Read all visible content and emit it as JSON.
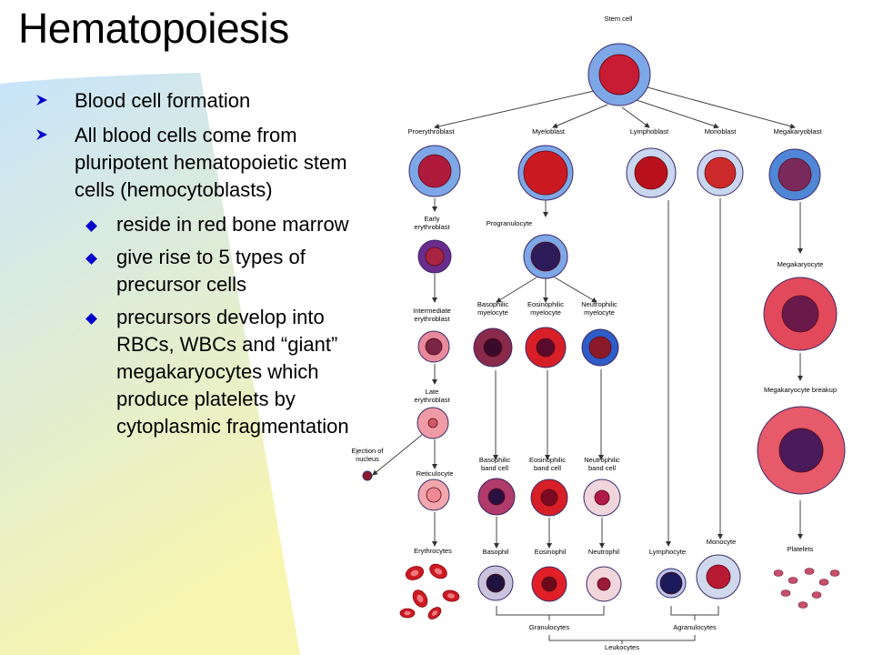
{
  "title": "Hematopoiesis",
  "colors": {
    "text": "#000000",
    "accent": "#0000cc",
    "bg_top": "#c8e4fb",
    "bg_bottom": "#f7f5b0",
    "cell_red": "#cc1a22",
    "cell_purple": "#6a2c8c",
    "cell_blue": "#7da7e6"
  },
  "bullets": [
    {
      "text": "Blood cell formation",
      "level": 1
    },
    {
      "text": "All blood cells come from pluripotent hematopoietic stem cells (hemocytoblasts)",
      "level": 1,
      "children": [
        "reside in red bone marrow",
        "give rise to 5 types of precursor cells",
        "precursors develop into RBCs, WBCs and “giant” megakaryocytes which produce platelets by cytoplasmic fragmentation"
      ]
    }
  ],
  "diagram": {
    "stem_cell": "Stem cell",
    "precursors": {
      "proerythroblast": "Proerythroblast",
      "myeloblast": "Myeloblast",
      "lymphoblast": "Lymphoblast",
      "monoblast": "Monoblast",
      "megakaryoblast": "Megakaryoblast"
    },
    "erythroid": {
      "early_l1": "Early",
      "early_l2": "erythroblast",
      "intermediate_l1": "Intermediate",
      "intermediate_l2": "erythroblast",
      "late_l1": "Late",
      "late_l2": "erythroblast",
      "ejection_l1": "Ejection of",
      "ejection_l2": "nucleus",
      "reticulocyte": "Reticulocyte",
      "erythrocytes": "Erythrocytes"
    },
    "myeloid": {
      "progranulocyte": "Progranulocyte",
      "basophilic_myelocyte_l1": "Basophilic",
      "basophilic_myelocyte_l2": "myelocyte",
      "eosinophilic_myelocyte_l1": "Eosinophilic",
      "eosinophilic_myelocyte_l2": "myelocyte",
      "neutrophilic_myelocyte_l1": "Neutrophilic",
      "neutrophilic_myelocyte_l2": "myelocyte",
      "basophilic_band_l1": "Basophilic",
      "basophilic_band_l2": "band cell",
      "eosinophilic_band_l1": "Eosinophilic",
      "eosinophilic_band_l2": "band cell",
      "neutrophilic_band_l1": "Neutrophilic",
      "neutrophilic_band_l2": "band cell",
      "basophil": "Basophil",
      "eosinophil": "Eosinophil",
      "neutrophil": "Neutrophil"
    },
    "lymphocyte": "Lymphocyte",
    "monocyte": "Monocyte",
    "megakaryocyte": "Megakaryocyte",
    "megakaryocyte_breakup": "Megakaryocyte breakup",
    "platelets": "Platelets",
    "granulocytes": "Granulocytes",
    "agranulocytes": "Agranulocytes",
    "leukocytes": "Leukocytes"
  }
}
